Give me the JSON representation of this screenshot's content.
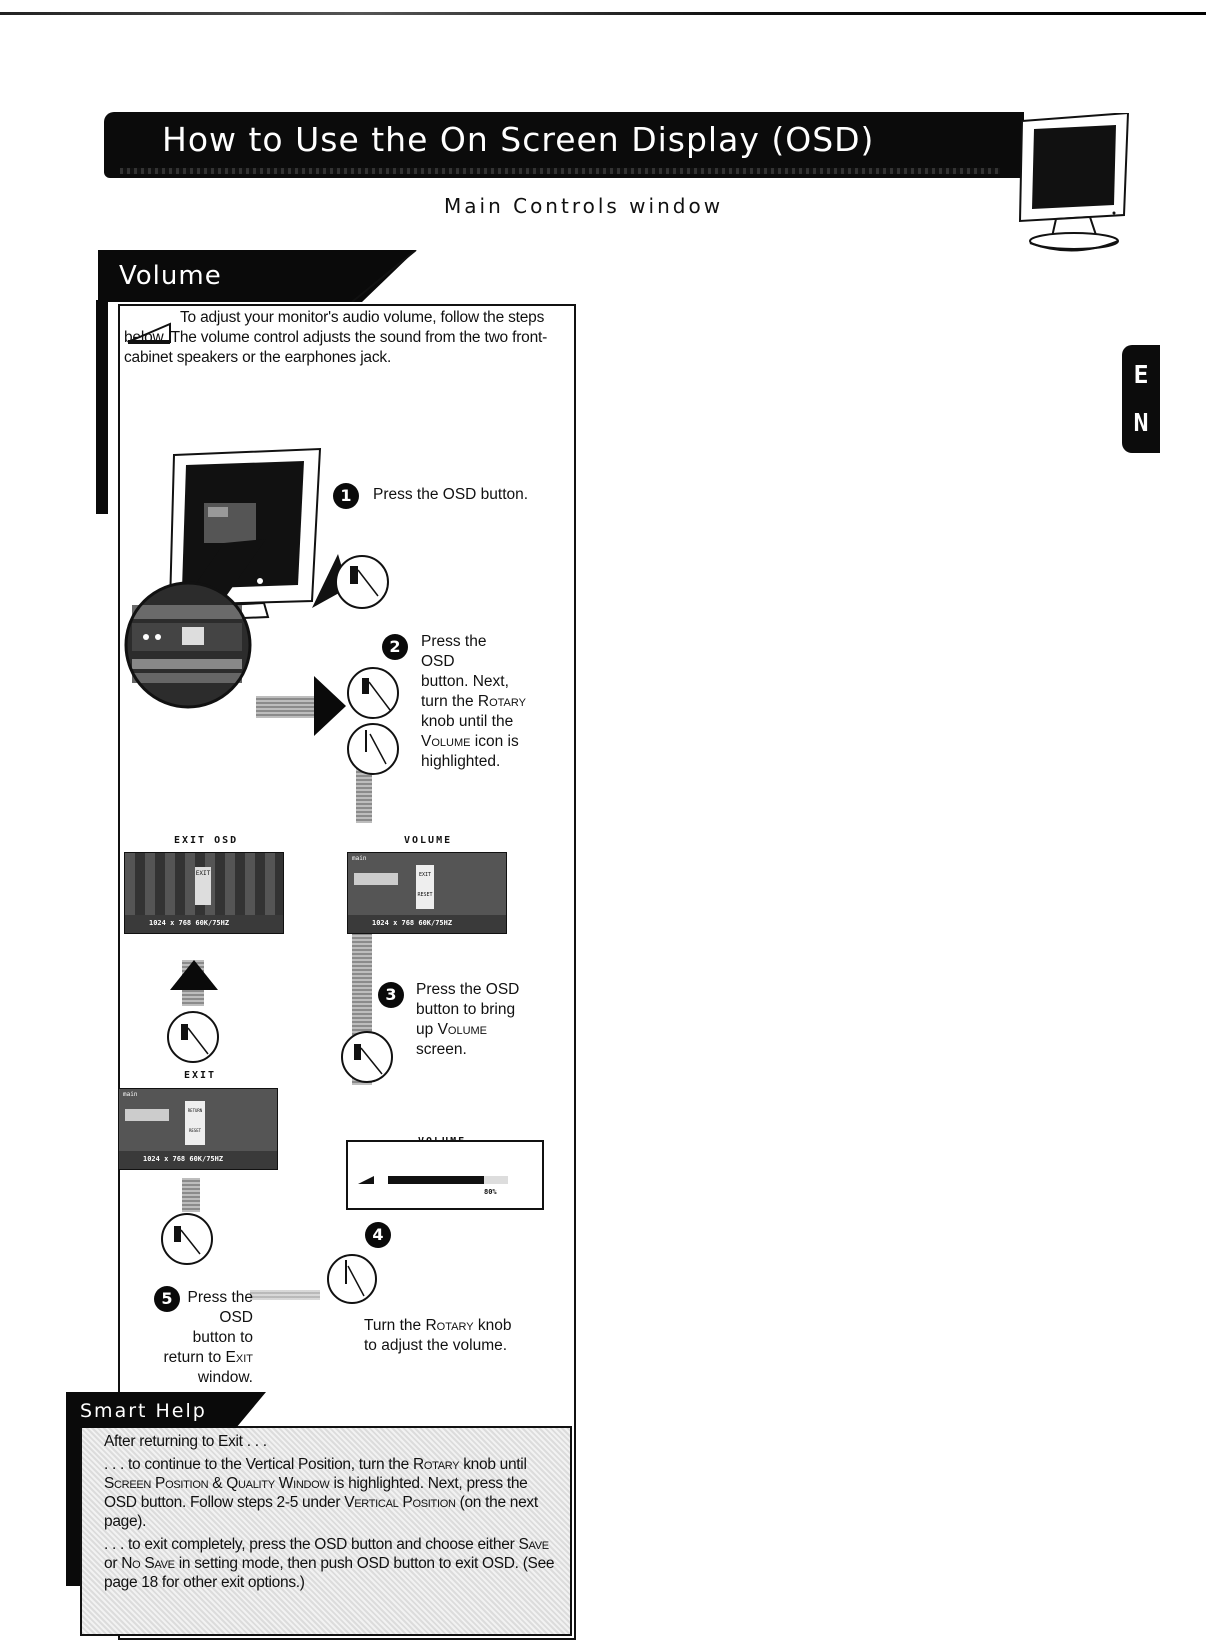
{
  "header": {
    "title": "How to Use the On Screen Display (OSD)",
    "subtitle": "Main Controls window"
  },
  "language_tab": {
    "line1": "E",
    "line2": "N"
  },
  "section": {
    "title": "Volume",
    "intro": "To adjust your monitor's audio volume, follow the steps below. The volume control adjusts the sound from the two front-cabinet speakers or the earphones jack."
  },
  "steps": [
    {
      "number": "1",
      "text": "Press the OSD button."
    },
    {
      "number": "2",
      "text_a": "Press the",
      "text_b": "OSD",
      "text_c": "button. Next,",
      "text_d": "turn the",
      "text_d_sc": "Rotary",
      "text_e": "knob until the",
      "text_f_sc": "Volume",
      "text_f": "icon is",
      "text_g": "highlighted."
    },
    {
      "number": "3",
      "text_a": "Press the OSD",
      "text_b": "button to bring",
      "text_c": "up",
      "text_c_sc": "Volume",
      "text_d": "screen."
    },
    {
      "number": "4",
      "text_a": "Turn the",
      "text_a_sc": "Rotary",
      "text_a2": "knob",
      "text_b": "to adjust the volume."
    },
    {
      "number": "5",
      "text_a": "Press the",
      "text_b": "OSD",
      "text_c": "button to",
      "text_d": "return to",
      "text_d_sc": "Exit",
      "text_e": "window."
    }
  ],
  "screens": {
    "exit_osd": {
      "label": "EXIT OSD",
      "resolution": "1024 x 768  60K/75HZ",
      "button": "EXIT"
    },
    "volume": {
      "label": "VOLUME",
      "menu": "main",
      "resolution": "1024 x 768  60K/75HZ",
      "btn1": "EXIT",
      "btn2": "RESET"
    },
    "exit": {
      "label": "EXIT",
      "menu": "main",
      "resolution": "1024 x 768  60K/75HZ",
      "btn1": "RETURN",
      "btn2": "RESET"
    },
    "volume_bar": {
      "label": "VOLUME",
      "value_text": "80%",
      "level": 0.8
    }
  },
  "smart_help": {
    "title": "Smart Help",
    "heading": "After returning to Exit . . .",
    "p1_a": ". . . to continue to the Vertical Position, turn the",
    "p1_sc1": "Rotary",
    "p1_b": "knob until",
    "p1_sc2": "Screen Position & Quality Window",
    "p1_c": "is highlighted. Next, press the OSD button. Follow steps 2-5 under",
    "p1_sc3": "Vertical Position",
    "p1_d": "(on the next page).",
    "p2_a": ". . . to exit completely, press the OSD button and choose either",
    "p2_sc1": "Save",
    "p2_b": "or",
    "p2_sc2": "No Save",
    "p2_c": "in setting mode, then push OSD button to exit OSD. (See page 18 for other exit options.)"
  }
}
